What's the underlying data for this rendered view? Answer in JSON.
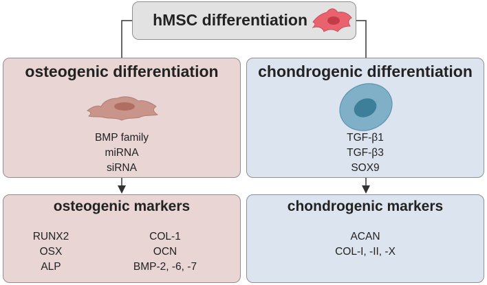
{
  "root": {
    "title": "hMSC differentiation",
    "icon": "stem-cell-icon"
  },
  "osteogenic": {
    "title": "osteogenic differentiation",
    "cell_icon": "osteoblast-cell-icon",
    "factors": [
      "BMP family",
      "miRNA",
      "siRNA"
    ],
    "markers_title": "osteogenic markers",
    "markers_left": [
      "RUNX2",
      "OSX",
      "ALP"
    ],
    "markers_right": [
      "COL-1",
      "OCN",
      "BMP-2, -6, -7"
    ]
  },
  "chondrogenic": {
    "title": "chondrogenic differentiation",
    "cell_icon": "chondrocyte-cell-icon",
    "factors": [
      "TGF-β1",
      "TGF-β3",
      "SOX9"
    ],
    "markers_title": "chondrogenic markers",
    "markers": [
      "ACAN",
      "COL-I, -II, -X"
    ]
  },
  "colors": {
    "osteo_fill": "#e8d5d4",
    "chondro_fill": "#dce4ef",
    "root_fill": "#e2e2e2",
    "stem_cell": "#e8636e",
    "osteo_cell": "#c9948a",
    "chondro_cell": "#4f8fa8"
  }
}
